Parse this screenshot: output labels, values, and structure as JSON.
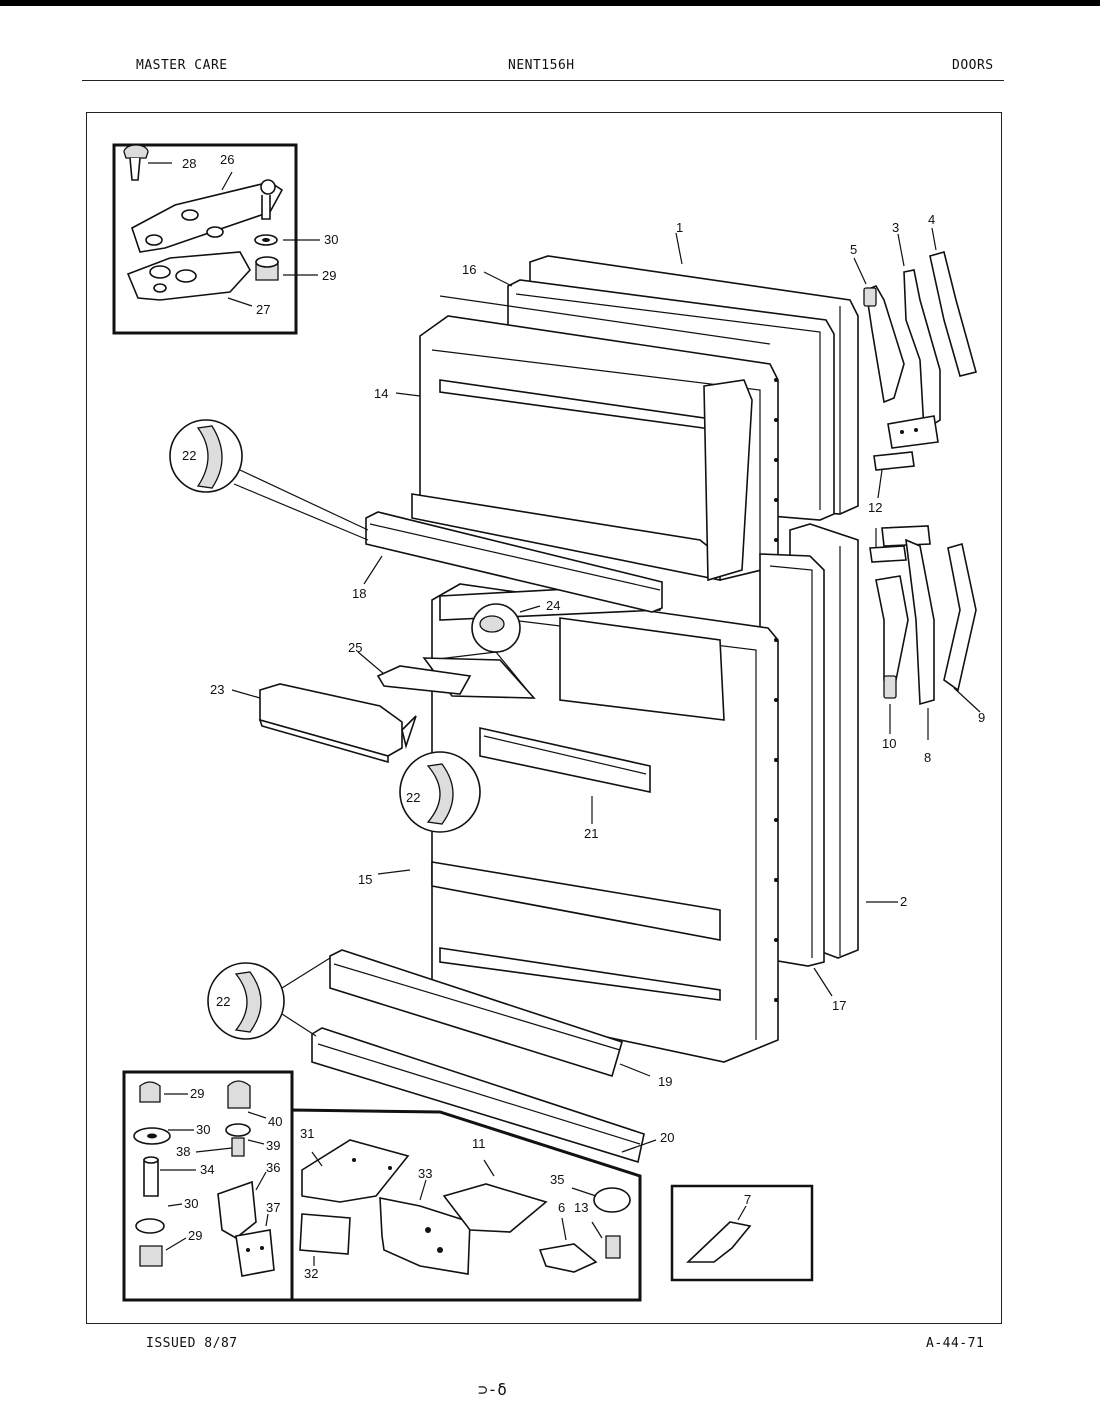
{
  "header": {
    "left": "MASTER CARE",
    "center": "NENT156H",
    "right": "DOORS"
  },
  "footer": {
    "left": "ISSUED 8/87",
    "right": "A-44-71"
  },
  "page_mark": "⊃-δ",
  "callouts": {
    "c1": "1",
    "c2": "2",
    "c3": "3",
    "c4": "4",
    "c5": "5",
    "c6": "6",
    "c7": "7",
    "c8": "8",
    "c9": "9",
    "c10": "10",
    "c11": "11",
    "c12": "12",
    "c13": "13",
    "c14": "14",
    "c15": "15",
    "c16": "16",
    "c17": "17",
    "c18": "18",
    "c19": "19",
    "c20": "20",
    "c21": "21",
    "c22": "22",
    "c23": "23",
    "c24": "24",
    "c25": "25",
    "c26": "26",
    "c27": "27",
    "c28": "28",
    "c29": "29",
    "c30": "30",
    "c31": "31",
    "c32": "32",
    "c33": "33",
    "c34": "34",
    "c35": "35",
    "c36": "36",
    "c37": "37",
    "c38": "38",
    "c39": "39",
    "c40": "40"
  }
}
